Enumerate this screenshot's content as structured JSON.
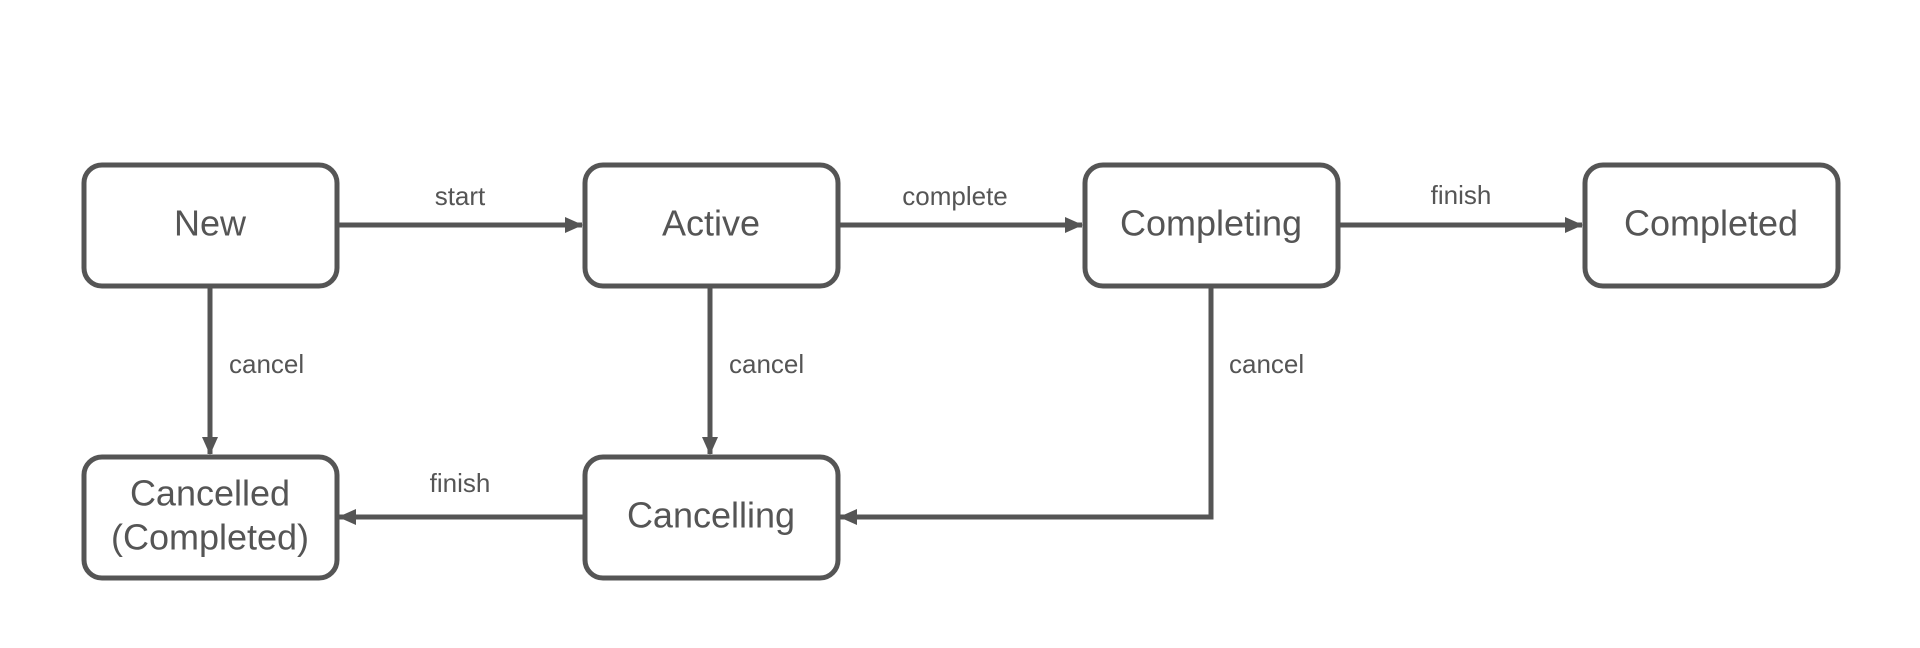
{
  "diagram": {
    "states": {
      "new": "New",
      "active": "Active",
      "completing": "Completing",
      "completed": "Completed",
      "cancelled_line1": "Cancelled",
      "cancelled_line2": "(Completed)",
      "cancelling": "Cancelling"
    },
    "transitions": {
      "start": "start",
      "complete": "complete",
      "finish_completed": "finish",
      "cancel_new": "cancel",
      "cancel_active": "cancel",
      "cancel_completing": "cancel",
      "finish_cancelled": "finish"
    },
    "colors": {
      "stroke": "#555555",
      "background": "#ffffff"
    }
  }
}
